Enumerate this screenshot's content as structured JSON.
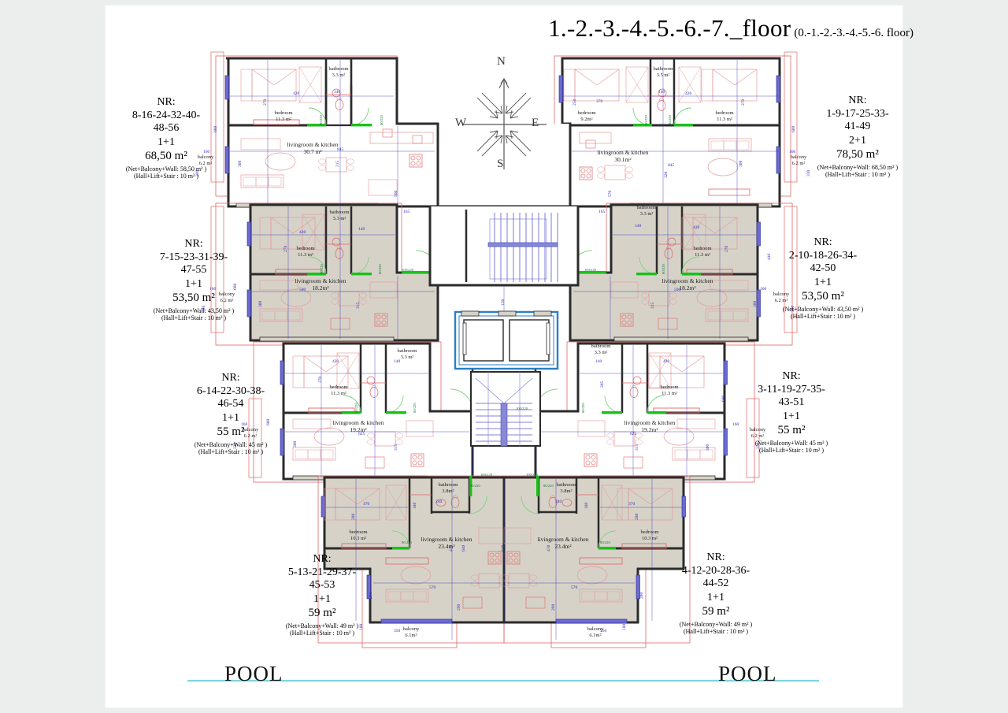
{
  "document": {
    "title_main": "1.-2.-3.-4.-5.-6.-7._floor",
    "title_sub": "(0.-1.-2.-3.-4.-5.-6. floor)",
    "page_background": "#ffffff",
    "canvas_background": "#eceded"
  },
  "compass": {
    "north": "N",
    "south": "S",
    "east": "E",
    "west": "W"
  },
  "legend_prefix": "NR:",
  "apartments": [
    {
      "id": "top-left",
      "nr_label": "NR:",
      "code_line1": "8-16-24-32-40-",
      "code_line2": "48-56",
      "type": "1+1",
      "area": "68,50 m²",
      "note1": "(Net+Balcony+Wall: 58,50 m² )",
      "note2": "(Hall+Lift+Stair : 10 m² )"
    },
    {
      "id": "top-right",
      "nr_label": "NR:",
      "code_line1": "1-9-17-25-33-",
      "code_line2": "41-49",
      "type": "2+1",
      "area": "78,50 m²",
      "note1": "(Net+Balcony+Wall: 68,50 m² )",
      "note2": "(Hall+Lift+Stair : 10 m² )"
    },
    {
      "id": "middle-left",
      "nr_label": "NR:",
      "code_line1": "7-15-23-31-39-",
      "code_line2": "47-55",
      "type": "1+1",
      "area": "53,50 m²",
      "note1": "(Net+Balcony+Wall: 43,50 m² )",
      "note2": "(Hall+Lift+Stair : 10 m² )"
    },
    {
      "id": "middle-right",
      "nr_label": "NR:",
      "code_line1": "2-10-18-26-34-",
      "code_line2": "42-50",
      "type": "1+1",
      "area": "53,50 m²",
      "note1": "(Net+Balcony+Wall: 43,50 m² )",
      "note2": "(Hall+Lift+Stair : 10 m² )"
    },
    {
      "id": "lower-left",
      "nr_label": "NR:",
      "code_line1": "6-14-22-30-38-",
      "code_line2": "46-54",
      "type": "1+1",
      "area": "55  m²",
      "note1": "(Net+Balcony+Wall: 45 m² )",
      "note2": "(Hall+Lift+Stair : 10 m² )"
    },
    {
      "id": "lower-right",
      "nr_label": "NR:",
      "code_line1": "3-11-19-27-35-",
      "code_line2": "43-51",
      "type": "1+1",
      "area": "55  m²",
      "note1": "(Net+Balcony+Wall: 45 m² )",
      "note2": "(Hall+Lift+Stair : 10 m² )"
    },
    {
      "id": "bottom-left",
      "nr_label": "NR:",
      "code_line1": "5-13-21-29-37-",
      "code_line2": "45-53",
      "type": "1+1",
      "area": "59  m²",
      "note1": "(Net+Balcony+Wall: 49 m² )",
      "note2": "(Hall+Lift+Stair : 10 m² )"
    },
    {
      "id": "bottom-right",
      "nr_label": "NR:",
      "code_line1": "4-12-20-28-36-",
      "code_line2": "44-52",
      "type": "1+1",
      "area": "59  m²",
      "note1": "(Net+Balcony+Wall: 49 m² )",
      "note2": "(Hall+Lift+Stair : 10 m² )"
    }
  ],
  "rooms": {
    "tl_bedroom": {
      "name": "bedroom",
      "area": "11.3 m²"
    },
    "tl_bathroom": {
      "name": "bathroom",
      "area": "3.3 m²"
    },
    "tl_living": {
      "name": "livingroom & kitchen",
      "area": "30.7 m²"
    },
    "tl_balcony": {
      "name": "balcony",
      "area": "6.2 m²"
    },
    "tr_bedroom_s": {
      "name": "bedroom",
      "area": "9.2m²"
    },
    "tr_bathroom": {
      "name": "bathroom",
      "area": "3.5 m²"
    },
    "tr_bedroom": {
      "name": "bedroom",
      "area": "11.3 m²"
    },
    "tr_living": {
      "name": "livingroom & kitchen",
      "area": "30.1m²"
    },
    "tr_balcony": {
      "name": "balcony",
      "area": "6.2 m²"
    },
    "ml_bedroom": {
      "name": "bedroom",
      "area": "11.3 m²"
    },
    "ml_bathroom": {
      "name": "bathroom",
      "area": "3.3 m²"
    },
    "ml_living": {
      "name": "livingroom & kitchen",
      "area": "18.2m²"
    },
    "ml_balcony": {
      "name": "balcony",
      "area": "6.2 m²"
    },
    "mr_bedroom": {
      "name": "bedroom",
      "area": "11.3 m²"
    },
    "mr_bathroom": {
      "name": "bathroom",
      "area": "3.3 m²"
    },
    "mr_living": {
      "name": "livingroom & kitchen",
      "area": "18.2m²"
    },
    "mr_balcony": {
      "name": "balcony",
      "area": "6.2 m²"
    },
    "ll_bedroom": {
      "name": "bedroom",
      "area": "11.3 m²"
    },
    "ll_bathroom": {
      "name": "bathroom",
      "area": "3.3 m²"
    },
    "ll_living": {
      "name": "livingroom & kitchen",
      "area": "19.2m²"
    },
    "ll_balcony": {
      "name": "balcony",
      "area": "6.2 m²"
    },
    "lr_bedroom": {
      "name": "bedroom",
      "area": "11.3 m²"
    },
    "lr_bathroom": {
      "name": "bathroom",
      "area": "3.3 m²"
    },
    "lr_living": {
      "name": "livingroom & kitchen",
      "area": "19.2m²"
    },
    "lr_balcony": {
      "name": "balcony",
      "area": "6.2 m²"
    },
    "bl_bedroom": {
      "name": "bedroom",
      "area": "10.3 m²"
    },
    "bl_bathroom": {
      "name": "bathroom",
      "area": "3.8m²"
    },
    "bl_living": {
      "name": "livingroom & kitchen",
      "area": "23.4m²"
    },
    "bl_balcony": {
      "name": "balcony",
      "area": "6.1m²"
    },
    "br_bedroom": {
      "name": "bedroom",
      "area": "10.3 m²"
    },
    "br_bathroom": {
      "name": "bathroom",
      "area": "3.8m²"
    },
    "br_living": {
      "name": "livingroom & kitchen",
      "area": "23.4m²"
    },
    "br_balcony": {
      "name": "balcony",
      "area": "6.1m²"
    }
  },
  "pool": {
    "left_label": "POOL",
    "right_label": "POOL",
    "line_color": "#7fd4de"
  },
  "dimensions": {
    "d160": "160",
    "d330": "330",
    "d300": "300",
    "d420": "420",
    "d270": "270",
    "d140": "140",
    "d845": "845",
    "d560": "560",
    "d600": "600",
    "d165": "165",
    "d590": "590",
    "d315": "315",
    "d370": "370",
    "d250": "250",
    "d120": "120",
    "d240": "240",
    "d570": "570",
    "d280": "280",
    "d350": "350",
    "d180": "180",
    "d410": "410",
    "d540": "540",
    "d625": "625",
    "d320": "320",
    "d440": "440",
    "d290": "290",
    "d640": "640",
    "d265": "265",
    "door90220": "90/220",
    "door100220": "100/220",
    "door80220": "80/220"
  },
  "colors": {
    "wall": "#2b2b2b",
    "furniture": "#e08a8a",
    "dimension": "#2b2bbb",
    "door_swing_green": "#19c219",
    "door_swing_pale": "#8fd98f",
    "glazing": "#4a4ac8",
    "shaded_unit_fill": "#d6d2c8",
    "outline_red": "#e06666",
    "elevator_blue": "#2a7fc4",
    "pool_cyan": "#7fd4de"
  }
}
